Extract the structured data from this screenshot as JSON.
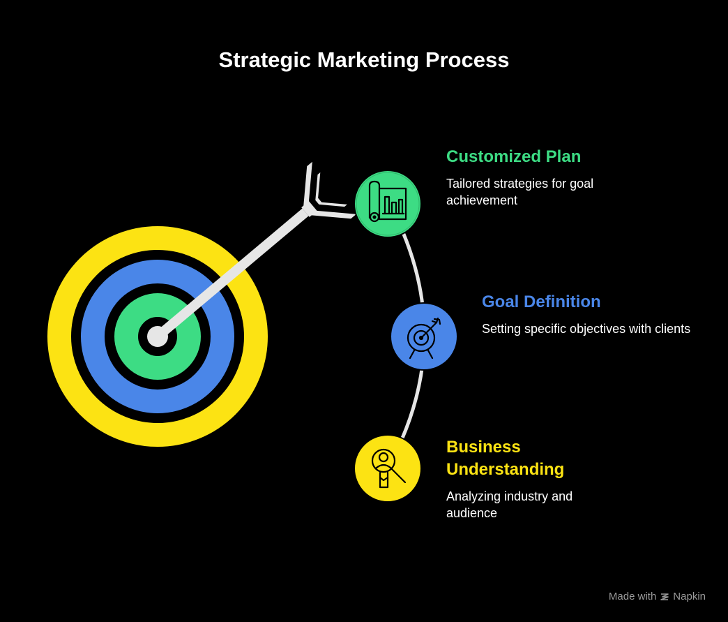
{
  "title": "Strategic Marketing Process",
  "steps": [
    {
      "title": "Customized Plan",
      "description": "Tailored strategies for goal achievement",
      "color": "#3ddc84",
      "icon": "blueprint-plan-icon"
    },
    {
      "title": "Goal Definition",
      "description": "Setting specific objectives with clients",
      "color": "#4a86e8",
      "icon": "target-arrow-icon"
    },
    {
      "title": "Business Understanding",
      "description": "Analyzing industry and audience",
      "color": "#fce313",
      "icon": "person-magnifier-icon"
    }
  ],
  "target_colors": {
    "outer_ring": "#fce313",
    "middle_ring": "#4a86e8",
    "inner_ring": "#3ddc84",
    "arrow": "#e6e6e6"
  },
  "footer": {
    "made_with": "Made with",
    "brand": "Napkin",
    "logo_icon": "napkin-logo-icon"
  }
}
